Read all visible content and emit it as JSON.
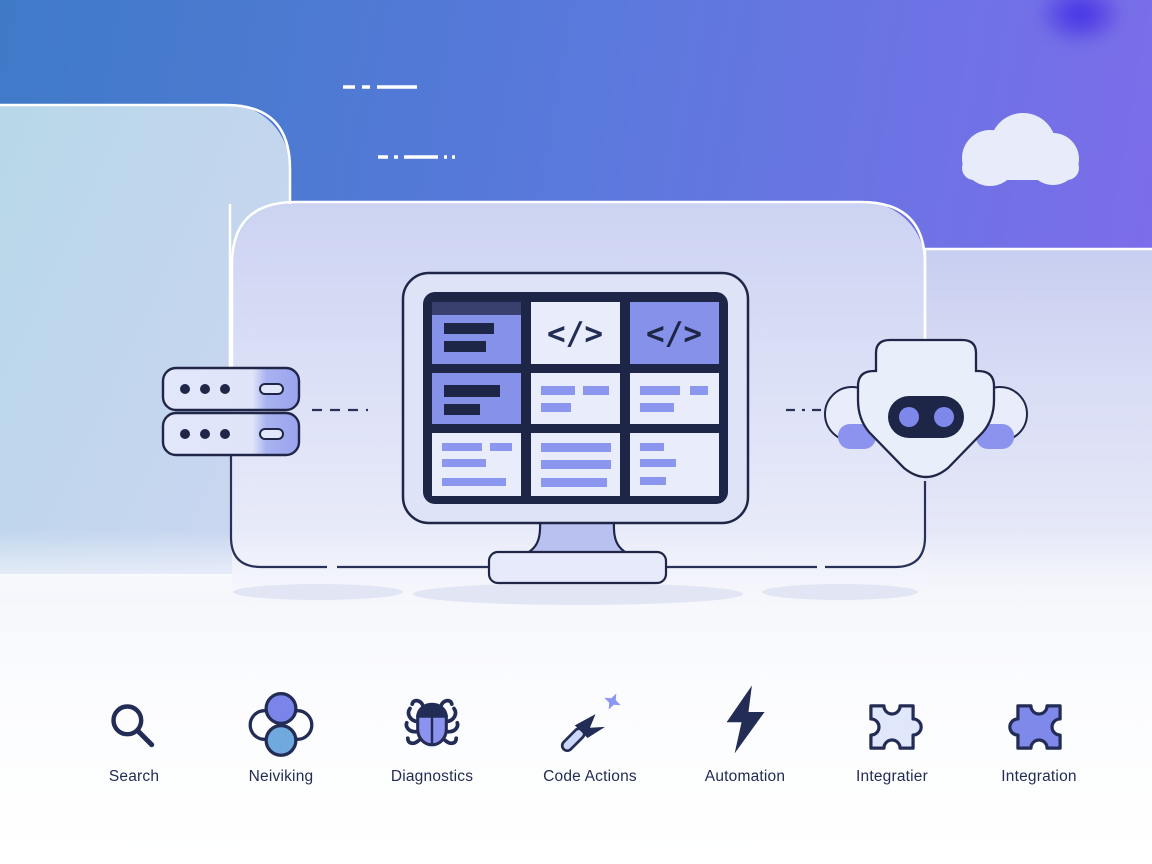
{
  "scene": {
    "description": "flat illustration of connected dev tooling",
    "colors": {
      "band_blue": "#3f7ac7",
      "band_purple": "#7c6dea",
      "outline_navy": "#1f2647",
      "cell_purple": "#8691e9",
      "cell_light": "#e9edfb",
      "bar_purple": "#8b96ee",
      "fill_light": "#e2e7f9",
      "accent_blue": "#6fa9dd",
      "white_line": "#ffffff"
    },
    "monitor": {
      "code_glyph": "</>"
    },
    "server": {
      "units": 2,
      "dots_per_unit": 3
    },
    "robot": {
      "eyes": 2
    },
    "cloud": {
      "present": true
    }
  },
  "features": [
    {
      "label": "Search",
      "icon": "search-icon"
    },
    {
      "label": "Neiviking",
      "icon": "circles-cluster-icon"
    },
    {
      "label": "Diagnostics",
      "icon": "bug-icon"
    },
    {
      "label": "Code Actions",
      "icon": "magic-wand-icon"
    },
    {
      "label": "Automation",
      "icon": "lightning-bolt-icon"
    },
    {
      "label": "Integratier",
      "icon": "puzzle-piece-light-icon"
    },
    {
      "label": "Integration",
      "icon": "puzzle-piece-purple-icon"
    }
  ]
}
